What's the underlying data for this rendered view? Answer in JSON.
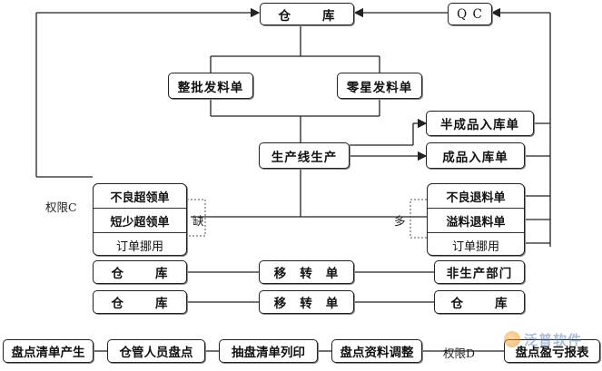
{
  "nodes": {
    "warehouse_top": [
      "仓",
      "库"
    ],
    "qc": "Q C",
    "batch_issue": "整批发料单",
    "parts_issue": "零星发料单",
    "semi_in": "半成品入库单",
    "production": "生产线生产",
    "finished_in": "成品入库单",
    "left_group": [
      "不良超领单",
      "短少超领单",
      "订单挪用"
    ],
    "right_group": [
      "不良退料单",
      "溢料退料单",
      "订单挪用"
    ],
    "wh_row1": [
      "仓",
      "库"
    ],
    "transfer1": [
      "移",
      "转",
      "单"
    ],
    "non_prod": "非生产部门",
    "wh_row2a": [
      "仓",
      "库"
    ],
    "transfer2": [
      "移",
      "转",
      "单"
    ],
    "wh_row2b": [
      "仓",
      "库"
    ],
    "count_list": "盘点清单产生",
    "staff_count": "仓管人员盘点",
    "sample_print": "抽盘清单列印",
    "adjust": "盘点资料调整",
    "report": "盘点盈亏报表"
  },
  "labels": {
    "perm_c": "权限C",
    "perm_d": "权限D",
    "shortage": "缺",
    "excess": "多"
  },
  "logo_text": "泛普软件"
}
